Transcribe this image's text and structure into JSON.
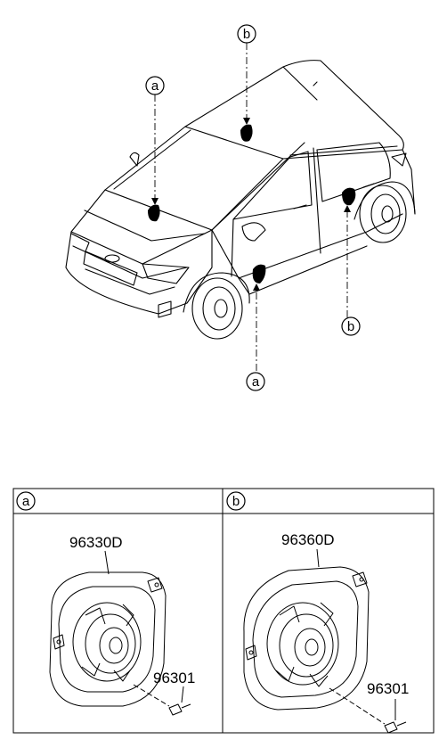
{
  "callouts": {
    "a_top": "a",
    "a_bottom": "a",
    "b_top": "b",
    "b_bottom": "b"
  },
  "legend": {
    "columns": [
      {
        "letter": "a",
        "speaker_part_number": "96330D",
        "screw_part_number": "96301"
      },
      {
        "letter": "b",
        "speaker_part_number": "96360D",
        "screw_part_number": "96301"
      }
    ]
  }
}
